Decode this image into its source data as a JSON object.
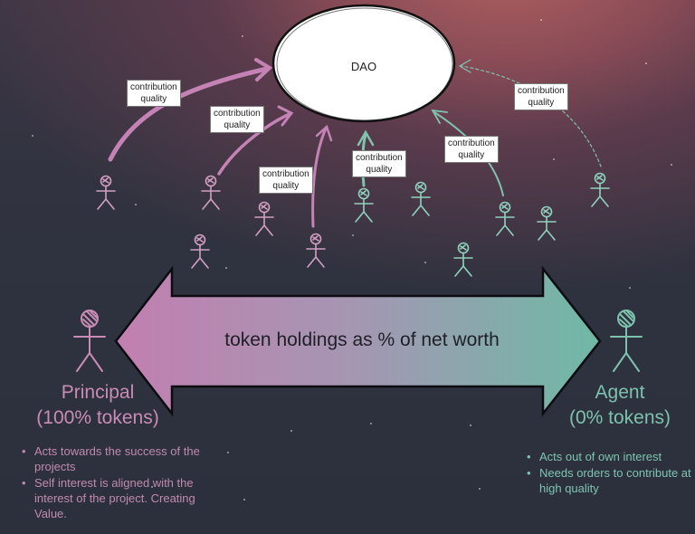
{
  "dao": {
    "label": "DAO"
  },
  "contribution_labels": [
    "contribution\nquality",
    "contribution\nquality",
    "contribution\nquality",
    "contribution\nquality",
    "contribution\nquality",
    "contribution\nquality"
  ],
  "spectrum": {
    "label": "token holdings as % of net worth"
  },
  "principal": {
    "title": "Principal\n(100% tokens)",
    "notes": [
      "Acts towards the success of the projects",
      "Self interest is aligned with the interest of the project. Creating Value."
    ]
  },
  "agent": {
    "title": "Agent\n(0% tokens)",
    "notes": [
      "Acts out of own interest",
      "Needs orders to contribute at high quality"
    ]
  },
  "colors": {
    "principal": "#c98cb6",
    "agent": "#7ec2ad",
    "figure_pink": "#d2a0c4",
    "figure_teal": "#8fd2bd"
  }
}
